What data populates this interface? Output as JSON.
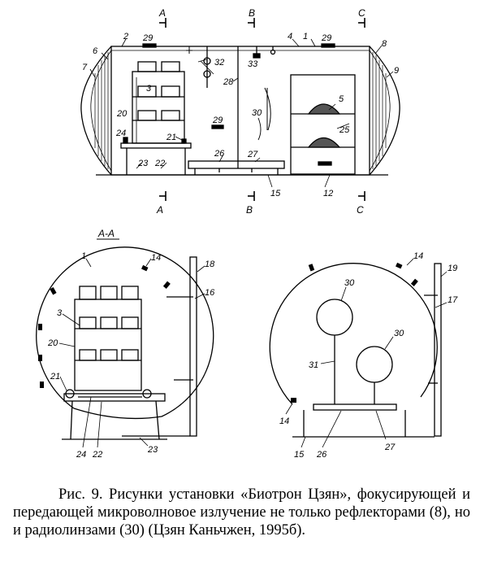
{
  "figure": {
    "section_marks": [
      "A",
      "B",
      "C"
    ],
    "section_view_label": "A-A",
    "top_labels": {
      "n1": "1",
      "n2": "2",
      "n3": "3",
      "n4": "4",
      "n5": "5",
      "n6": "6",
      "n7": "7",
      "n8": "8",
      "n9": "9",
      "n12": "12",
      "n15": "15",
      "n20": "20",
      "n21": "21",
      "n22": "22",
      "n23": "23",
      "n24": "24",
      "n25": "25",
      "n26": "26",
      "n27": "27",
      "n28": "28",
      "n29a": "29",
      "n29b": "29",
      "n29c": "29",
      "n30": "30",
      "n32": "32",
      "n33": "33"
    },
    "left_view_labels": {
      "n1": "1",
      "n14": "14",
      "n18": "18",
      "n16": "16",
      "n3": "3",
      "n20": "20",
      "n21": "21",
      "n24": "24",
      "n22": "22",
      "n23": "23"
    },
    "right_view_labels": {
      "n14a": "14",
      "n19": "19",
      "n17": "17",
      "n30a": "30",
      "n30b": "30",
      "n31": "31",
      "n14b": "14",
      "n15": "15",
      "n26": "26",
      "n27": "27"
    }
  },
  "caption": "Рис. 9. Рисунки установки «Биотрон Цзян», фокусирующей и передающей микроволновое излучение не только рефлекторами (8), но и радиолинзами (30) (Цзян Каньчжен, 1995б)."
}
